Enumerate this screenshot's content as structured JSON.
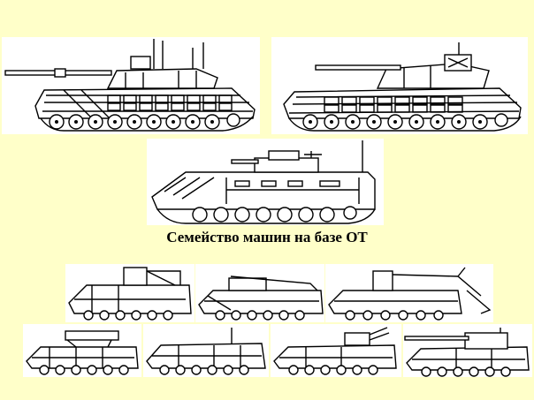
{
  "caption": "Семейство машин на базе ОТ",
  "colors": {
    "background": "#ffffc9",
    "panel": "#ffffff",
    "lines": "#000000"
  },
  "panels": [
    {
      "name": "tank-side-view",
      "kind": "tank"
    },
    {
      "name": "tank-variant-side-view",
      "kind": "tank"
    },
    {
      "name": "ifv-side-view",
      "kind": "ifv"
    },
    {
      "name": "recovery-vehicle-side-view",
      "kind": "crane"
    },
    {
      "name": "engineering-vehicle-side-view",
      "kind": "engineering"
    },
    {
      "name": "obstacle-clearing-vehicle-side-view",
      "kind": "clearing"
    },
    {
      "name": "mlrs-vehicle-side-view",
      "kind": "launcher"
    },
    {
      "name": "apc-side-view",
      "kind": "apc"
    },
    {
      "name": "air-defense-vehicle-side-view",
      "kind": "air-defense"
    },
    {
      "name": "self-propelled-gun-side-view",
      "kind": "artillery"
    }
  ]
}
